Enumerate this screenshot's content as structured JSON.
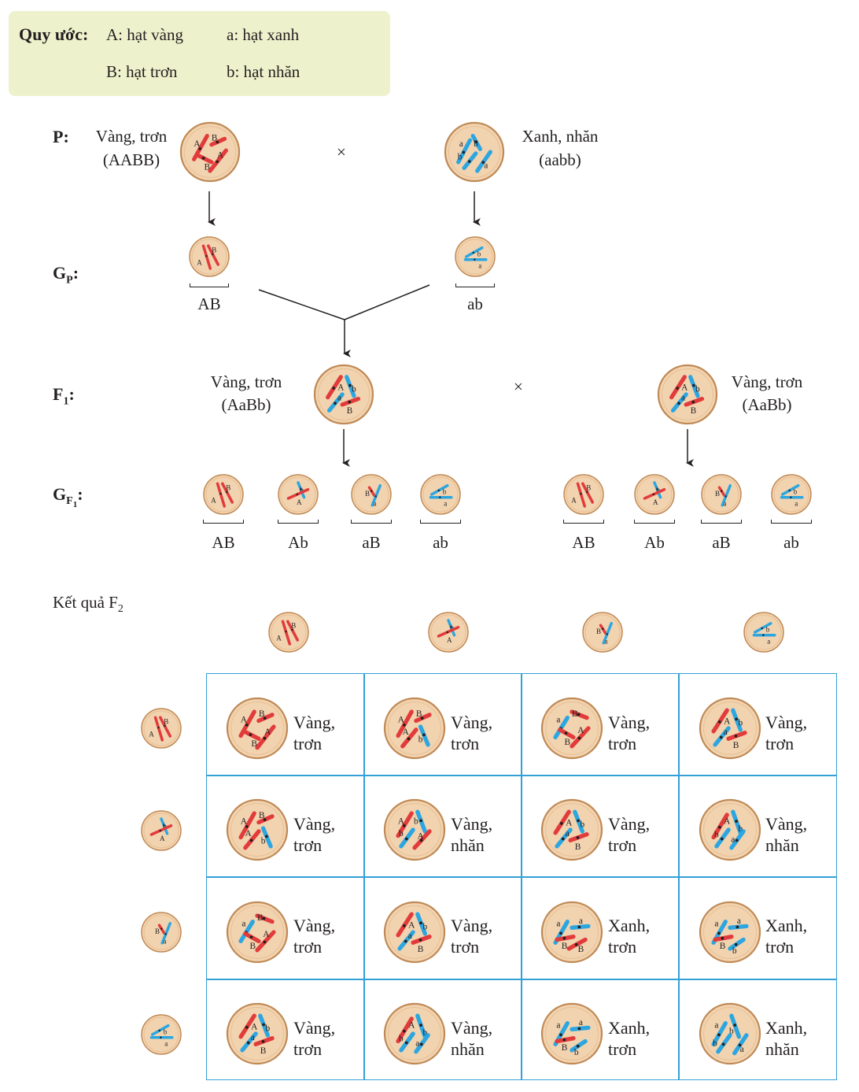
{
  "legend": {
    "title": "Quy ước:",
    "A": "A: hạt vàng",
    "a": "a: hạt xanh",
    "B": "B: hạt trơn",
    "b": "b: hạt nhăn"
  },
  "labels": {
    "P": "P:",
    "GP": "G",
    "GP_sub": "P",
    "colon": ":",
    "F1": "F",
    "F1_sub": "1",
    "GF1": "G",
    "GF1_sub": "F",
    "GF1_subsub": "1",
    "cross": "×",
    "result": "Kết quả F",
    "result_sub": "2"
  },
  "parents": {
    "left_pheno": "Vàng, trơn",
    "left_geno": "(AABB)",
    "right_pheno": "Xanh, nhăn",
    "right_geno": "(aabb)"
  },
  "gametes_p": [
    "AB",
    "ab"
  ],
  "f1": {
    "left_pheno": "Vàng, trơn",
    "left_geno": "(AaBb)",
    "right_pheno": "Vàng, trơn",
    "right_geno": "(AaBb)"
  },
  "gametes_f1_left": [
    "AB",
    "Ab",
    "aB",
    "ab"
  ],
  "gametes_f1_right": [
    "AB",
    "Ab",
    "aB",
    "ab"
  ],
  "punnett": {
    "rows": [
      [
        [
          "Vàng,",
          "trơn"
        ],
        [
          "Vàng,",
          "trơn"
        ],
        [
          "Vàng,",
          "trơn"
        ],
        [
          "Vàng,",
          "trơn"
        ]
      ],
      [
        [
          "Vàng,",
          "trơn"
        ],
        [
          "Vàng,",
          "nhăn"
        ],
        [
          "Vàng,",
          "trơn"
        ],
        [
          "Vàng,",
          "nhăn"
        ]
      ],
      [
        [
          "Vàng,",
          "trơn"
        ],
        [
          "Vàng,",
          "trơn"
        ],
        [
          "Xanh,",
          "trơn"
        ],
        [
          "Xanh,",
          "trơn"
        ]
      ],
      [
        [
          "Vàng,",
          "trơn"
        ],
        [
          "Vàng,",
          "nhăn"
        ],
        [
          "Xanh,",
          "trơn"
        ],
        [
          "Xanh,",
          "nhăn"
        ]
      ]
    ]
  },
  "colors": {
    "legend_bg": "#eef2cc",
    "cell_fill": "#f1d3b0",
    "cell_stroke": "#c08a56",
    "red": "#e23b3b",
    "blue": "#2ca6e0",
    "grid": "#33a0d6"
  }
}
